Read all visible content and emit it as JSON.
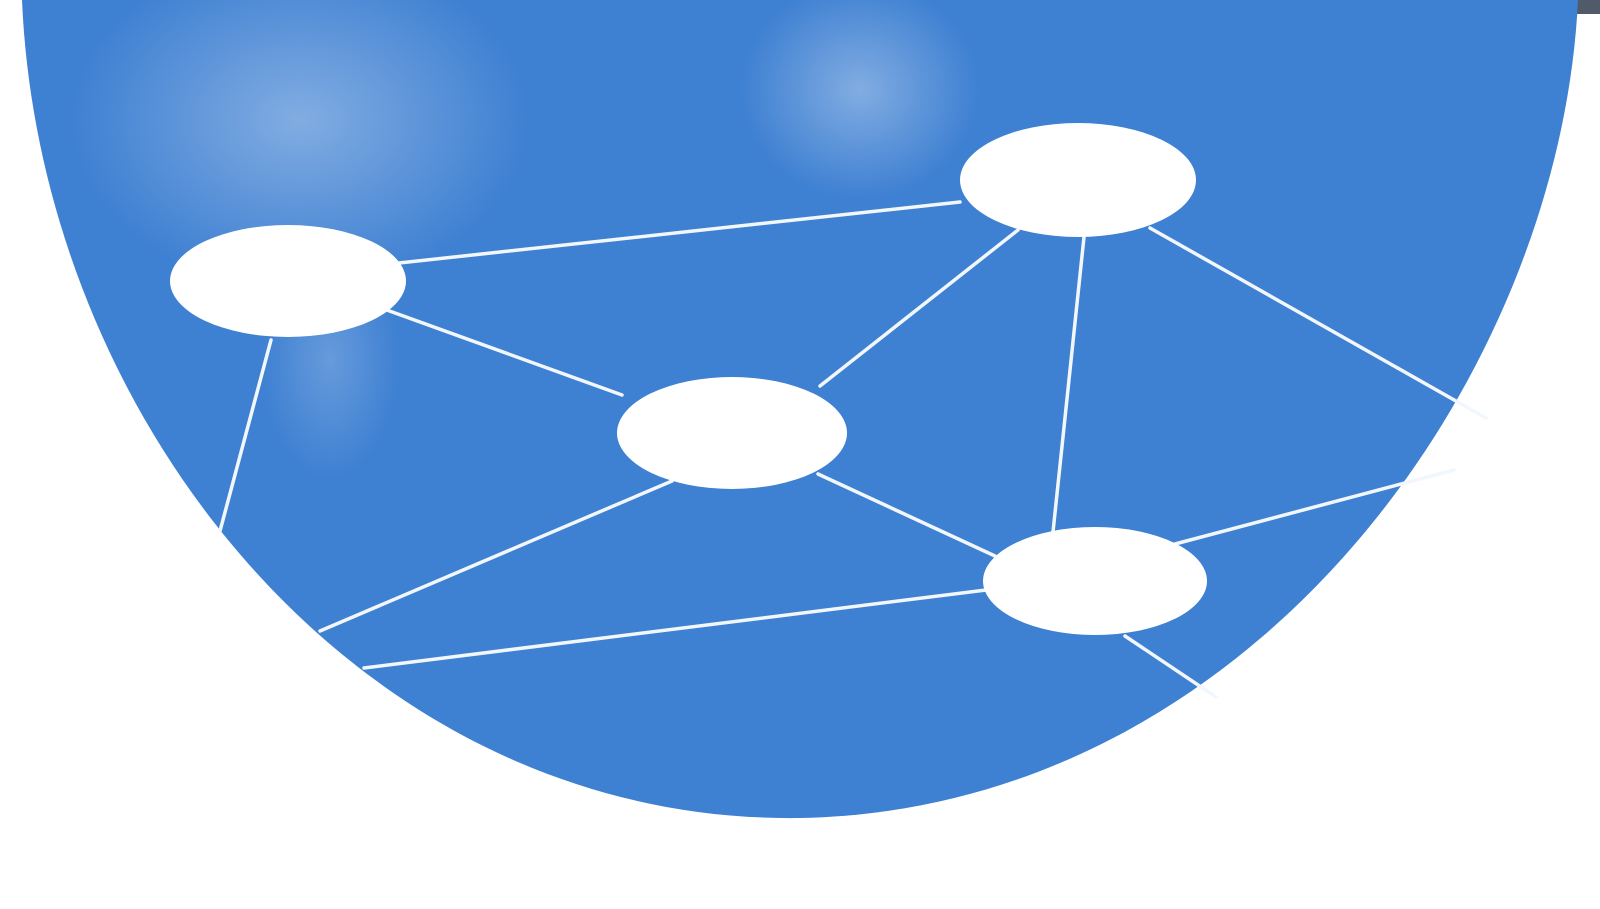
{
  "diagram": {
    "style": {
      "background": "#ffffff",
      "disc_fill": "#3e80d2",
      "disc_highlight": "#6fa6e4",
      "corner_band": "#505a69",
      "link_color": "#f2f7fd",
      "node_fill": "#ffffff"
    },
    "nodes": [
      {
        "id": "node-left",
        "label": ""
      },
      {
        "id": "node-top-right",
        "label": ""
      },
      {
        "id": "node-center",
        "label": ""
      },
      {
        "id": "node-bottom-right",
        "label": ""
      }
    ],
    "links": [
      {
        "from": "node-left",
        "to": "node-top-right"
      },
      {
        "from": "node-left",
        "to": "node-center"
      },
      {
        "from": "node-top-right",
        "to": "node-center"
      },
      {
        "from": "node-top-right",
        "to": "node-bottom-right"
      },
      {
        "from": "node-center",
        "to": "node-bottom-right"
      },
      {
        "from": "node-left",
        "to": "disc-edge"
      },
      {
        "from": "node-top-right",
        "to": "disc-edge"
      },
      {
        "from": "node-center",
        "to": "disc-edge"
      },
      {
        "from": "node-bottom-right",
        "to": "disc-edge"
      },
      {
        "from": "node-bottom-right",
        "to": "disc-edge"
      },
      {
        "from": "node-bottom-right",
        "to": "disc-edge"
      }
    ]
  }
}
